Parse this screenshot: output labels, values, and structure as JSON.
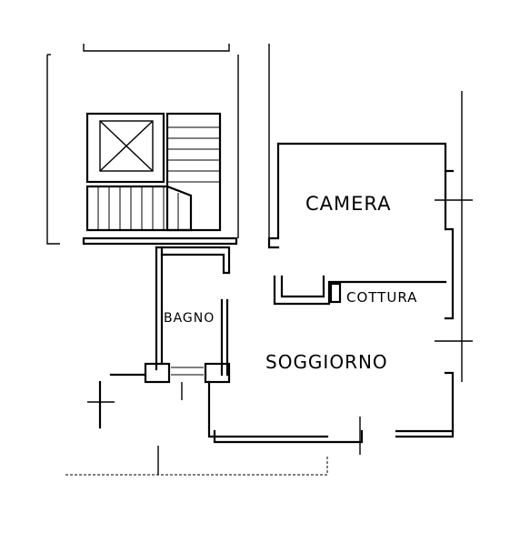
{
  "plan": {
    "rooms": [
      {
        "id": "camera",
        "label": "CAMERA"
      },
      {
        "id": "cottura",
        "label": "COTTURA"
      },
      {
        "id": "bagno",
        "label": "BAGNO"
      },
      {
        "id": "soggiorno",
        "label": "SOGGIORNO"
      }
    ]
  },
  "colors": {
    "ink": "#000000",
    "paper": "#ffffff"
  }
}
